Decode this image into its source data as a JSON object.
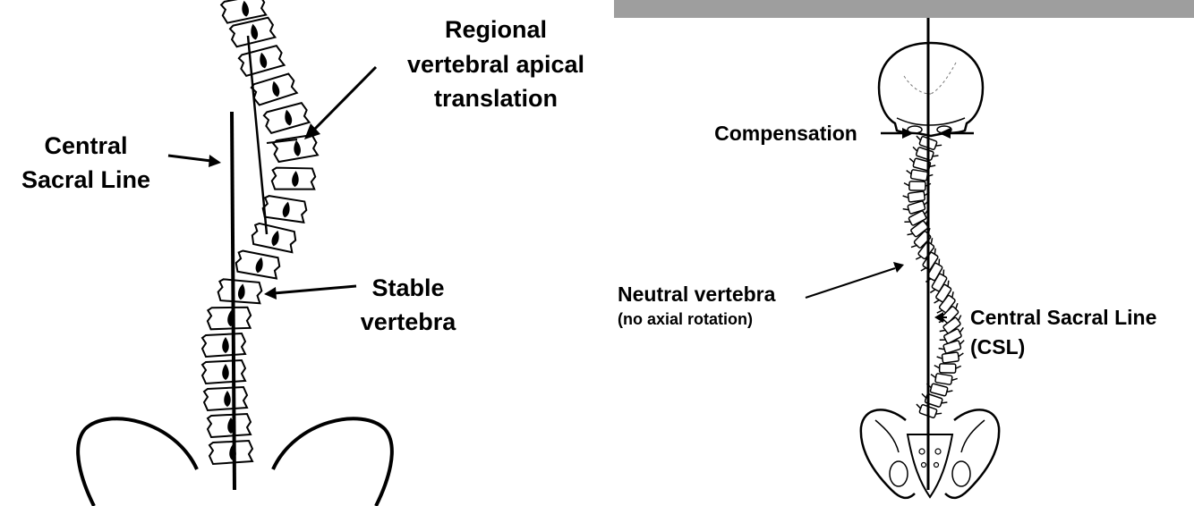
{
  "left_panel": {
    "label_regional_line1": "Regional",
    "label_regional_line2": "vertebral apical",
    "label_regional_line3": "translation",
    "label_csl_line1": "Central",
    "label_csl_line2": "Sacral Line",
    "label_stable_line1": "Stable",
    "label_stable_line2": "vertebra"
  },
  "right_panel": {
    "label_compensation": "Compensation",
    "label_neutral_line1": "Neutral vertebra",
    "label_neutral_line2": "(no axial rotation)",
    "label_csl_line1": "Central Sacral Line",
    "label_csl_line2": "(CSL)",
    "top_bar_color": "#9e9e9e"
  }
}
